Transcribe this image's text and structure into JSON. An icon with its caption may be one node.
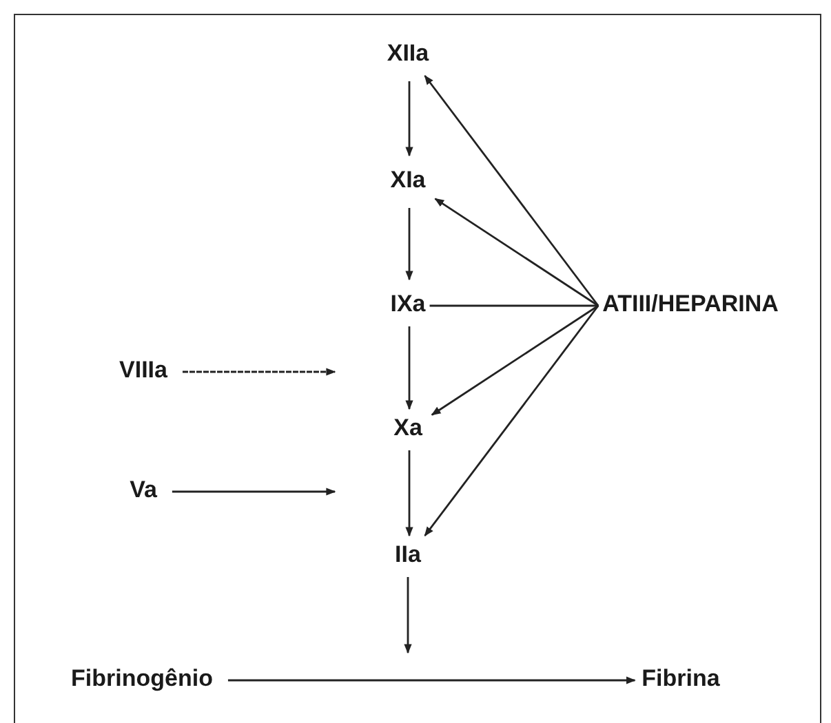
{
  "diagram": {
    "nodes": [
      {
        "text": [
          "XIIa"
        ]
      },
      {
        "text": [
          "XIa"
        ]
      },
      {
        "text": [
          "IXa"
        ]
      },
      {
        "text": [
          "VIIIa"
        ]
      },
      {
        "text": [
          "Xa"
        ]
      },
      {
        "text": [
          "Va"
        ]
      },
      {
        "text": [
          "IIa"
        ]
      },
      {
        "text": [
          "ATIII/HEPARINA"
        ]
      },
      {
        "text": [
          "Fibrinogênio"
        ]
      },
      {
        "text": [
          "Fibrina"
        ]
      }
    ],
    "edges": [
      {
        "from": 0,
        "to": 1,
        "arrow": "to"
      },
      {
        "from": 1,
        "to": 2,
        "arrow": "to"
      },
      {
        "from": 2,
        "to": 4,
        "arrow": "to"
      },
      {
        "from": 4,
        "to": 6,
        "arrow": "to"
      },
      {
        "from": 6,
        "to": null,
        "arrow": "to"
      },
      {
        "from": 3,
        "to": null,
        "arrow": "to",
        "style": "dashed"
      },
      {
        "from": 5,
        "to": null,
        "arrow": "to"
      },
      {
        "from": 7,
        "to": 0,
        "arrow": "to"
      },
      {
        "from": 7,
        "to": 1,
        "arrow": "to"
      },
      {
        "from": 7,
        "to": 2,
        "arrow": "none"
      },
      {
        "from": 7,
        "to": 4,
        "arrow": "to"
      },
      {
        "from": 7,
        "to": 6,
        "arrow": "to"
      },
      {
        "from": 8,
        "to": 9,
        "arrow": "to"
      }
    ]
  }
}
